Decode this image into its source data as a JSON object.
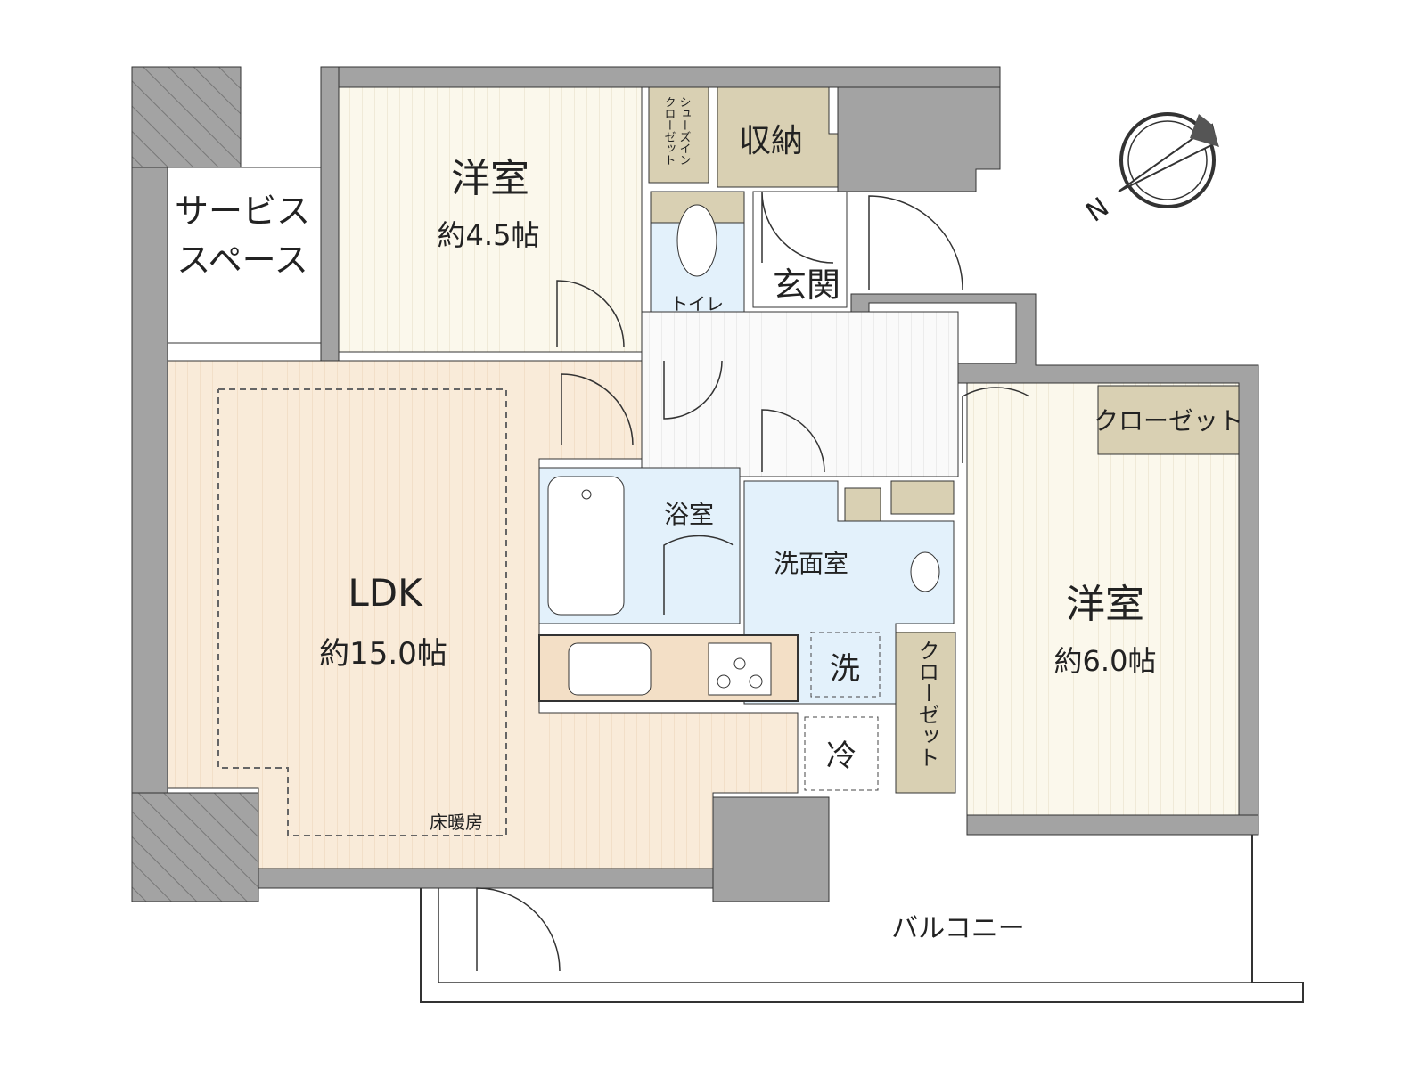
{
  "rooms": {
    "service_space": {
      "line1": "サービス",
      "line2": "スペース"
    },
    "western_room_1": {
      "name": "洋室",
      "size": "約4.5帖"
    },
    "shoe_closet": {
      "line1": "シューズイン",
      "line2": "クローゼット"
    },
    "storage": {
      "name": "収納"
    },
    "toilet": {
      "name": "トイレ"
    },
    "entrance": {
      "name": "玄関"
    },
    "ldk": {
      "name": "LDK",
      "size": "約15.0帖",
      "floor_heating": "床暖房"
    },
    "bathroom": {
      "name": "浴室"
    },
    "washroom": {
      "name": "洗面室"
    },
    "washer": {
      "name": "洗"
    },
    "fridge": {
      "name": "冷"
    },
    "closet_2": {
      "name": "クローゼット"
    },
    "western_room_2": {
      "name": "洋室",
      "size": "約6.0帖"
    },
    "closet_3": {
      "name": "クローゼット"
    },
    "balcony": {
      "name": "バルコニー"
    }
  },
  "compass": {
    "label": "N"
  },
  "colors": {
    "wall": "#a3a3a3",
    "ldk_floor": "#f9ebd9",
    "room_floor": "#fbf8ec",
    "wet_area": "#e3f1fb",
    "storage": "#d9d0b3"
  }
}
